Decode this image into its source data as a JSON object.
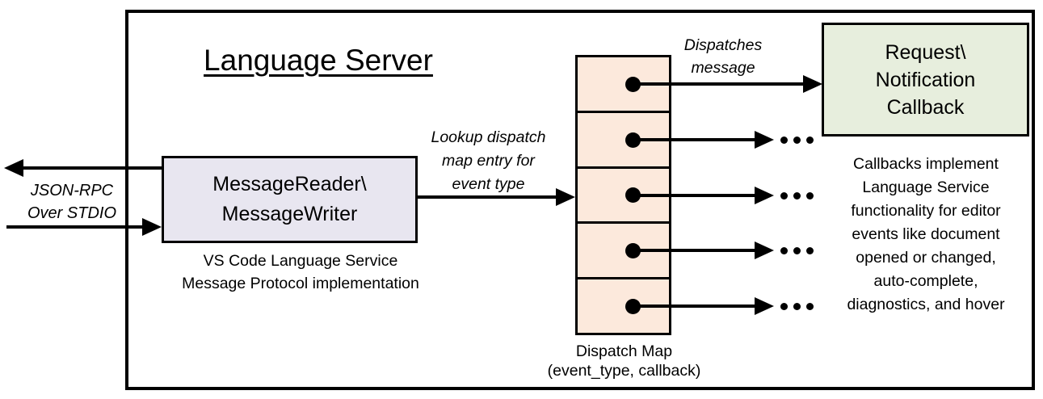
{
  "diagram": {
    "title": "Language Server",
    "io_label": {
      "line1": "JSON-RPC",
      "line2": "Over STDIO"
    },
    "message_box": {
      "line1": "MessageReader\\",
      "line2": "MessageWriter"
    },
    "message_caption": {
      "line1": "VS Code Language Service",
      "line2": "Message Protocol implementation"
    },
    "lookup_label": {
      "line1": "Lookup dispatch",
      "line2": "map entry for",
      "line3": "event type"
    },
    "dispatches_label": {
      "line1": "Dispatches",
      "line2": "message"
    },
    "callback_box": {
      "line1": "Request\\",
      "line2": "Notification",
      "line3": "Callback"
    },
    "callback_caption": {
      "line1": "Callbacks implement",
      "line2": "Language Service",
      "line3": "functionality for editor",
      "line4": "events like document",
      "line5": "opened or changed,",
      "line6": "auto-complete,",
      "line7": "diagnostics, and hover"
    },
    "dispatch_map": {
      "rows": 5,
      "caption_line1": "Dispatch Map",
      "caption_line2": "(event_type, callback)",
      "ellipsis": "..."
    },
    "colors": {
      "stroke": "#000000",
      "background": "#ffffff",
      "message_box_fill": "#e8e6f0",
      "dispatch_cell_fill": "#fce9dc",
      "callback_box_fill": "#e7eedd"
    }
  }
}
